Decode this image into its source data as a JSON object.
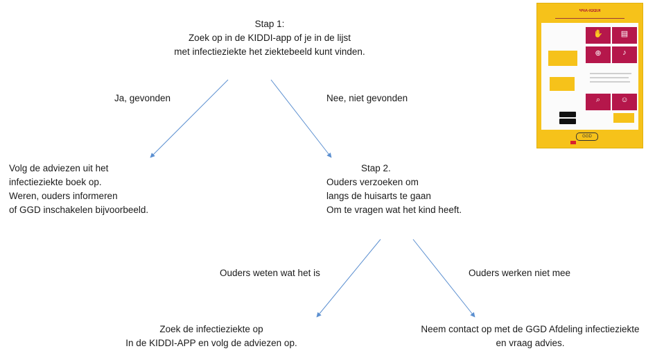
{
  "step1": {
    "lines": [
      "Stap 1:",
      "Zoek op in de KIDDI-app of je in de lijst",
      "met infectieziekte het ziektebeeld kunt vinden."
    ]
  },
  "branch_yes": {
    "label": "Ja, gevonden"
  },
  "branch_no": {
    "label": "Nee, niet gevonden"
  },
  "follow_advice": {
    "lines": [
      "Volg de adviezen uit het",
      "infectieziekte boek op.",
      "Weren, ouders informeren",
      "of GGD inschakelen bijvoorbeeld."
    ]
  },
  "step2": {
    "heading": "Stap 2.",
    "lines": [
      "Ouders verzoeken om",
      "langs de huisarts te gaan",
      "Om te vragen wat het kind heeft."
    ]
  },
  "branch_parents_know": {
    "label": "Ouders weten wat het is"
  },
  "branch_parents_refuse": {
    "label": "Ouders werken niet mee"
  },
  "lookup": {
    "lines": [
      "Zoek de infectieziekte op",
      "In de KIDDI-APP en volg de adviezen op."
    ]
  },
  "contact_ggd": {
    "lines": [
      "Neem contact op met de GGD Afdeling infectieziekte",
      "en vraag advies."
    ]
  },
  "poster": {
    "title": "KIDDI-APP",
    "logo_text": "GGD"
  },
  "colors": {
    "arrow": "#5b8fd0",
    "text": "#1a1a1a",
    "poster_yellow": "#f6c21a",
    "poster_magenta": "#b5174b"
  }
}
